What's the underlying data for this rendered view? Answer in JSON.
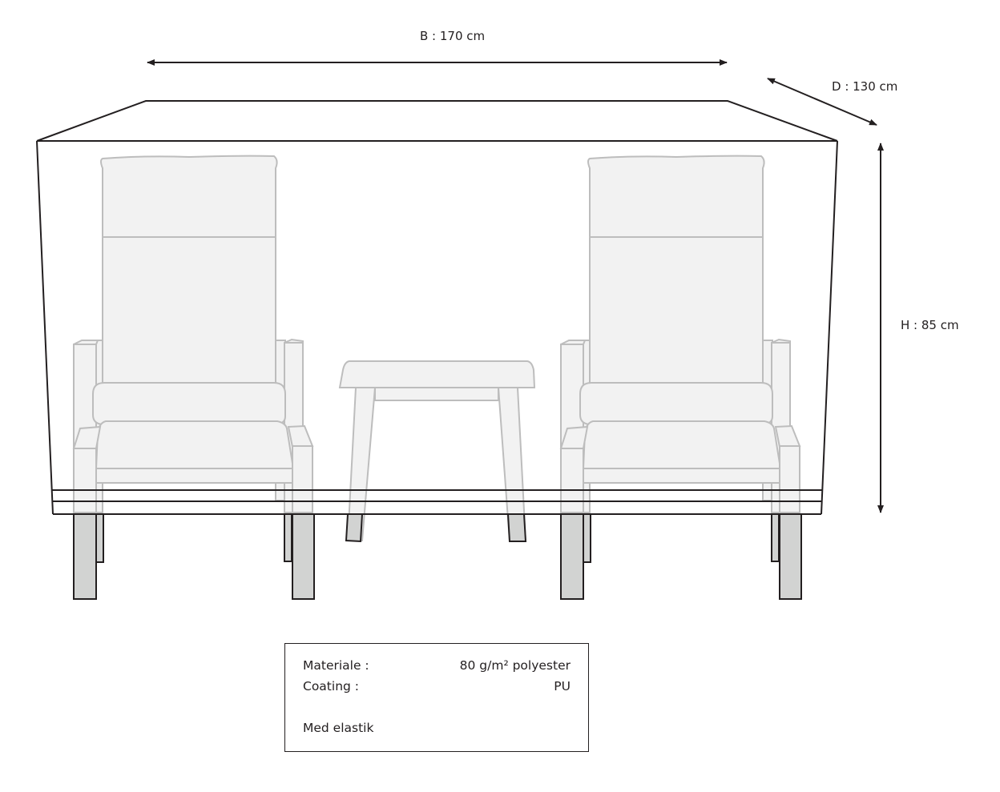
{
  "dimensions": {
    "width_label": "B : 170 cm",
    "depth_label": "D : 130 cm",
    "height_label": "H : 85 cm"
  },
  "specs": {
    "rows": [
      {
        "label": "Materiale :",
        "value": "80 g/m² polyester"
      },
      {
        "label": "Coating :",
        "value": "PU"
      }
    ],
    "note": "Med elastik"
  },
  "colors": {
    "line": "#231f20",
    "furniture_fill": "#f2f2f2",
    "furniture_stroke": "#bdbdbd",
    "leg_fill": "#d2d3d2"
  }
}
